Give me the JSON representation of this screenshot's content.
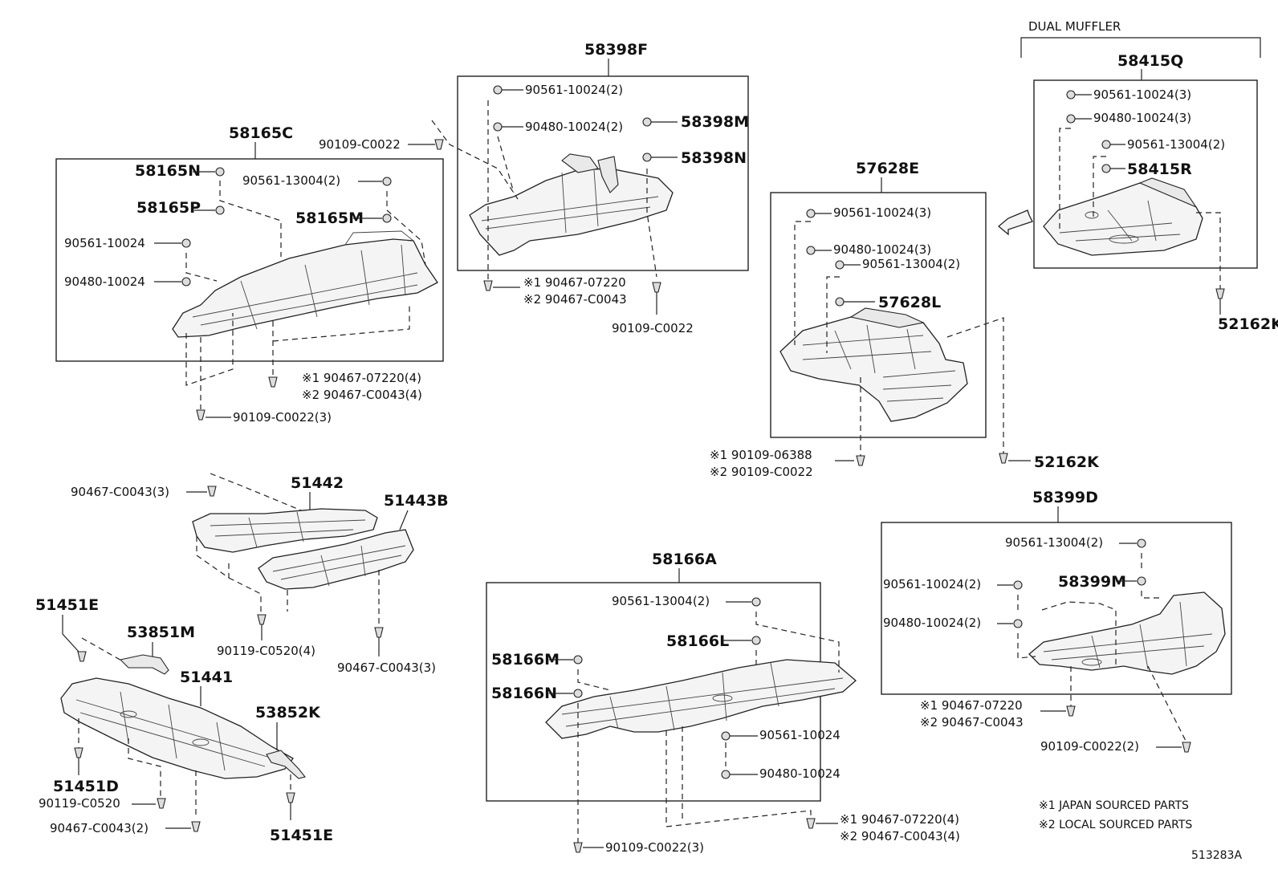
{
  "labels": {
    "dual_muffler": "DUAL MUFFLER",
    "p58398F": "58398F",
    "p58165C": "58165C",
    "p58415Q": "58415Q",
    "p57628E": "57628E",
    "p58399D": "58399D",
    "p58166A": "58166A",
    "f_58398F_1": "90561-10024(2)",
    "f_58398F_2": "90480-10024(2)",
    "f_58398M": "58398M",
    "f_58398N": "58398N",
    "f_58398F_j": "※1 90467-07220",
    "f_58398F_l": "※2 90467-C0043",
    "f_58398F_b": "90109-C0022",
    "f_top_90109": "90109-C0022",
    "f_58165N": "58165N",
    "f_58165P": "58165P",
    "f_58165C_1": "90561-13004(2)",
    "f_58165M": "58165M",
    "f_58165C_2": "90561-10024",
    "f_58165C_3": "90480-10024",
    "f_58165C_j": "※1 90467-07220(4)",
    "f_58165C_l": "※2 90467-C0043(4)",
    "f_58165C_b": "90109-C0022(3)",
    "f_58415Q_1": "90561-10024(3)",
    "f_58415Q_2": "90480-10024(3)",
    "f_58415Q_3": "90561-13004(2)",
    "f_58415R": "58415R",
    "f_52162K_a": "52162K",
    "f_57628E_1": "90561-10024(3)",
    "f_57628E_2": "90480-10024(3)",
    "f_57628E_3": "90561-13004(2)",
    "f_57628L": "57628L",
    "f_57628E_j": "※1 90109-06388",
    "f_57628E_l": "※2 90109-C0022",
    "f_52162K_b": "52162K",
    "f_51442_bolt": "90467-C0043(3)",
    "p51442": "51442",
    "p51443B": "51443B",
    "f_90119_4": "90119-C0520(4)",
    "f_90467_3": "90467-C0043(3)",
    "p51451E_a": "51451E",
    "p53851M": "53851M",
    "p51441": "51441",
    "p53852K": "53852K",
    "p51451D": "51451D",
    "f_90119": "90119-C0520",
    "f_90467_2": "90467-C0043(2)",
    "p51451E_b": "51451E",
    "f_58166A_1": "90561-13004(2)",
    "f_58166L": "58166L",
    "f_58166M": "58166M",
    "f_58166N": "58166N",
    "f_58166A_2": "90561-10024",
    "f_58166A_3": "90480-10024",
    "f_58166A_j": "※1 90467-07220(4)",
    "f_58166A_l": "※2 90467-C0043(4)",
    "f_58166A_b": "90109-C0022(3)",
    "f_58399D_1": "90561-13004(2)",
    "f_58399D_2": "90561-10024(2)",
    "f_58399M": "58399M",
    "f_58399D_3": "90480-10024(2)",
    "f_58399D_j": "※1 90467-07220",
    "f_58399D_l": "※2 90467-C0043",
    "f_58399D_b": "90109-C0022(2)",
    "legend_1": "※1 JAPAN SOURCED PARTS",
    "legend_2": "※2 LOCAL SOURCED PARTS",
    "ref": "513283A"
  }
}
